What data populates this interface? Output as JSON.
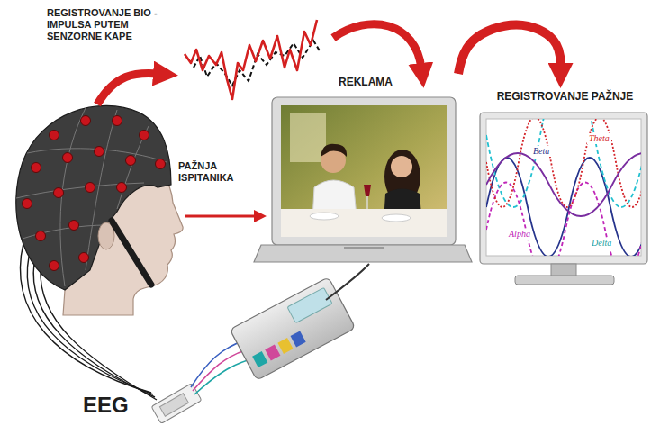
{
  "diagram": {
    "nodes": [
      {
        "text": [
          "REKLAMA"
        ]
      },
      {
        "text": [
          "REGISTROVANJE PAŽNJE",
          "Theta",
          "Beta",
          "Alpha",
          "Delta"
        ]
      }
    ],
    "edges": [
      {
        "from": 0,
        "to": 1,
        "arrow": "to"
      }
    ],
    "labels": [
      "REGISTROVANJE BIO - IMPULSA PUTEM SENZORNE KAPE",
      "PAŽNJA ISPITANIKA",
      "EEG"
    ]
  }
}
